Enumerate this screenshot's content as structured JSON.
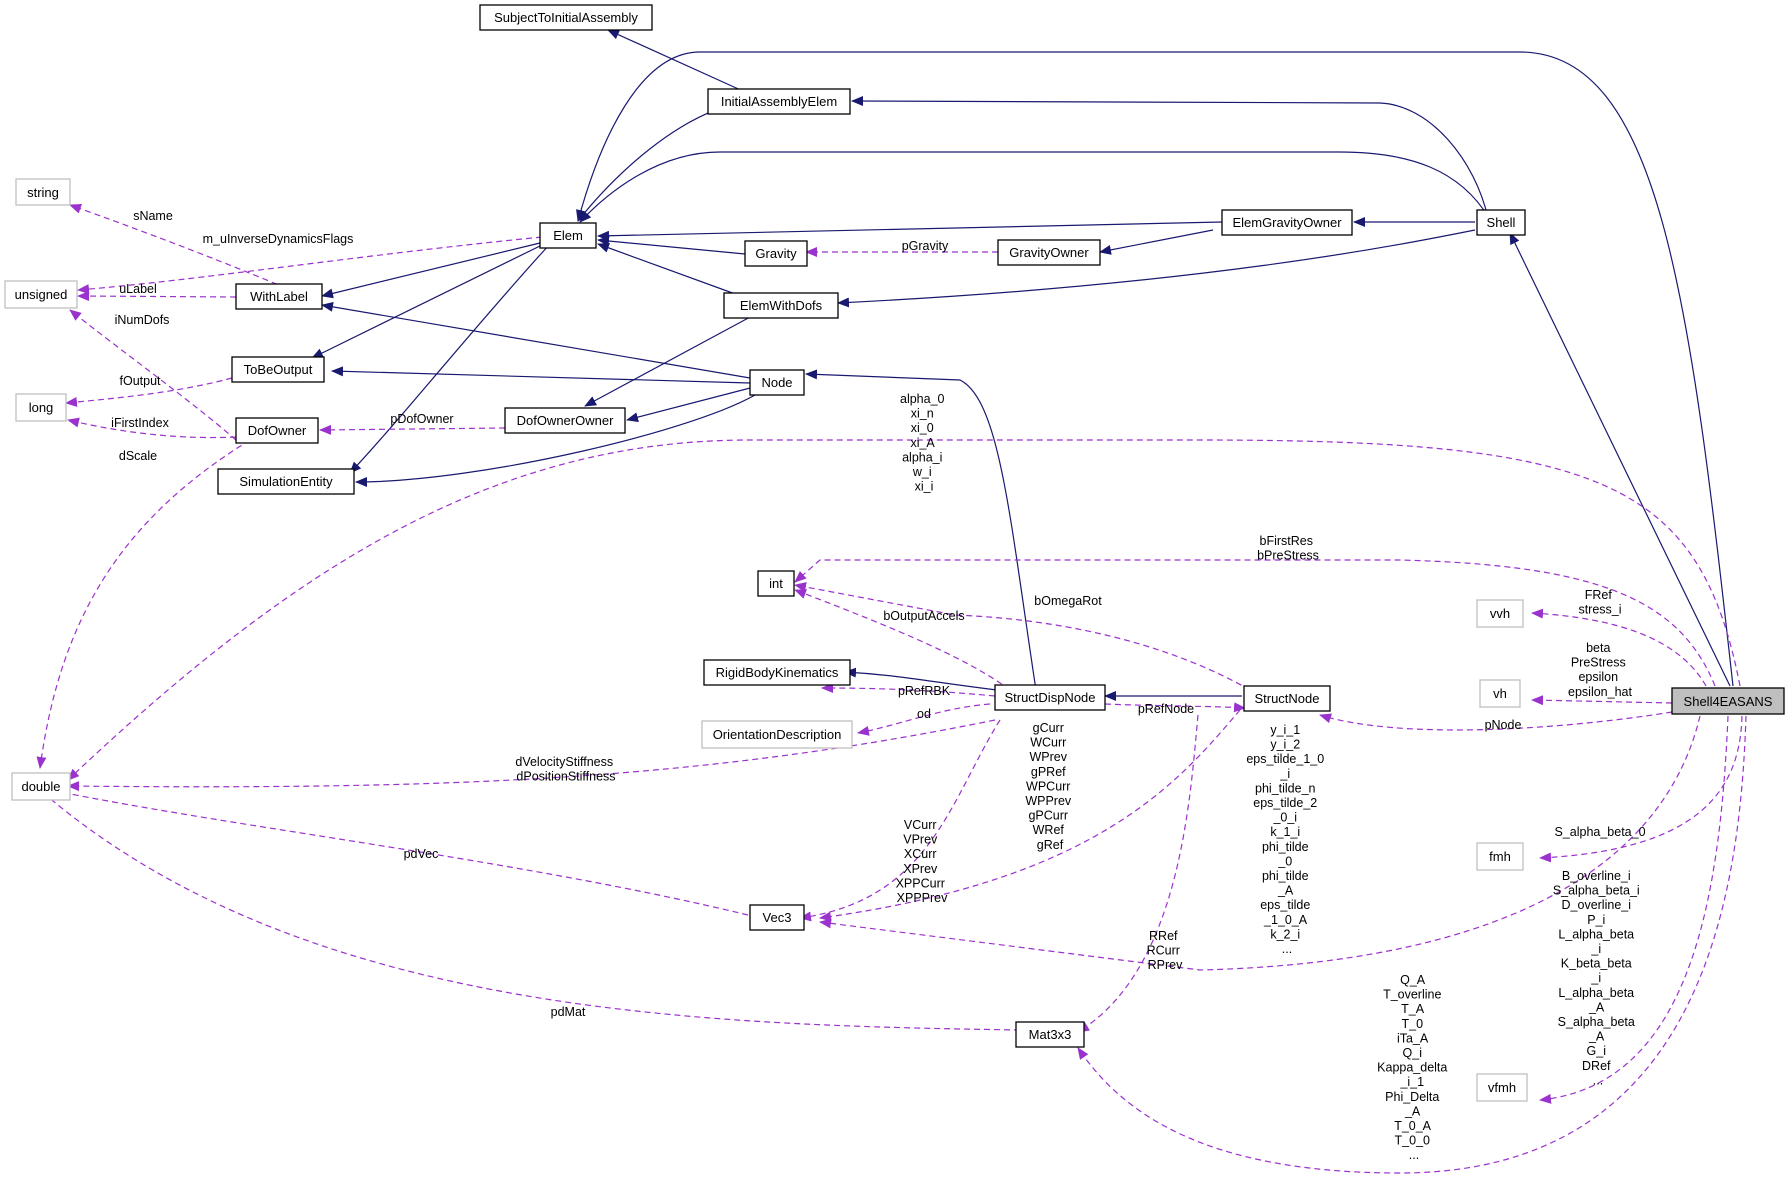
{
  "colors": {
    "inheritance": "#191970",
    "usage": "#9a32cd",
    "external_border": "#bfbfbf",
    "focus_fill": "#bfbfbf"
  },
  "nodes": {
    "subject_to_initial_assembly": "SubjectToInitialAssembly",
    "initial_assembly_elem": "InitialAssemblyElem",
    "string": "string",
    "elem": "Elem",
    "elem_gravity_owner": "ElemGravityOwner",
    "shell": "Shell",
    "unsigned": "unsigned",
    "with_label": "WithLabel",
    "gravity": "Gravity",
    "gravity_owner": "GravityOwner",
    "elem_with_dofs": "ElemWithDofs",
    "to_be_output": "ToBeOutput",
    "node": "Node",
    "long": "long",
    "dof_owner": "DofOwner",
    "dof_owner_owner": "DofOwnerOwner",
    "simulation_entity": "SimulationEntity",
    "int": "int",
    "vvh": "vvh",
    "rigid_body_kinematics": "RigidBodyKinematics",
    "struct_disp_node": "StructDispNode",
    "struct_node": "StructNode",
    "vh": "vh",
    "shell4easans": "Shell4EASANS",
    "orientation_description": "OrientationDescription",
    "double": "double",
    "fmh": "fmh",
    "vec3": "Vec3",
    "mat3x3": "Mat3x3",
    "vfmh": "vfmh"
  },
  "edge_labels": {
    "s_name": [
      "sName"
    ],
    "m_u_inverse": [
      "m_uInverseDynamicsFlags"
    ],
    "u_label": [
      "uLabel"
    ],
    "i_num_dofs": [
      "iNumDofs"
    ],
    "f_output": [
      "fOutput"
    ],
    "i_first_index": [
      "iFirstIndex"
    ],
    "d_scale": [
      "dScale"
    ],
    "p_gravity": [
      "pGravity"
    ],
    "p_dof_owner": [
      "pDofOwner"
    ],
    "alpha_group": [
      "alpha_0",
      "xi_n",
      "xi_0",
      "xi_A",
      "alpha_i",
      "w_i",
      "xi_i"
    ],
    "bfirstres_group": [
      "bFirstRes",
      "bPreStress"
    ],
    "b_omega_rot": [
      "bOmegaRot"
    ],
    "b_output_accels": [
      "bOutputAccels"
    ],
    "fref_group": [
      "FRef",
      "stress_i"
    ],
    "beta_group": [
      "beta",
      "PreStress",
      "epsilon",
      "epsilon_hat"
    ],
    "p_ref_rbk": [
      "pRefRBK"
    ],
    "od": [
      "od"
    ],
    "p_ref_node": [
      "pRefNode"
    ],
    "p_node": [
      "pNode"
    ],
    "stiffness_group": [
      "dVelocityStiffness",
      "dPositionStiffness"
    ],
    "gcurr_group": [
      "gCurr",
      "WCurr",
      "WPrev",
      "gPRef",
      "WPCurr",
      "WPPrev",
      "gPCurr",
      "WRef",
      "gRef"
    ],
    "yi_group": [
      "y_i_1",
      "y_i_2",
      "eps_tilde_1_0",
      "_i",
      "phi_tilde_n",
      "eps_tilde_2",
      "_0_i",
      "k_1_i",
      "phi_tilde",
      "_0",
      "phi_tilde",
      "_A",
      "eps_tilde",
      "_1_0_A",
      "k_2_i",
      "..."
    ],
    "s_alpha_beta_0": [
      "S_alpha_beta_0"
    ],
    "vcurr_group": [
      "VCurr",
      "VPrev",
      "XCurr",
      "XPrev",
      "XPPCurr",
      "XPPPrev"
    ],
    "pd_vec": [
      "pdVec"
    ],
    "b_overline_group": [
      "B_overline_i",
      "S_alpha_beta_i",
      "D_overline_i",
      "P_i",
      "L_alpha_beta",
      "_i",
      "K_beta_beta",
      "_i",
      "L_alpha_beta",
      "_A",
      "S_alpha_beta",
      "_A",
      "G_i",
      "DRef",
      "..."
    ],
    "rref_group": [
      "RRef",
      "RCurr",
      "RPrev"
    ],
    "qa_group": [
      "Q_A",
      "T_overline",
      "T_A",
      "T_0",
      "iTa_A",
      "Q_i",
      "Kappa_delta",
      "_i_1",
      "Phi_Delta",
      "_A",
      "T_0_A",
      "T_0_0",
      "..."
    ],
    "pd_mat": [
      "pdMat"
    ]
  }
}
